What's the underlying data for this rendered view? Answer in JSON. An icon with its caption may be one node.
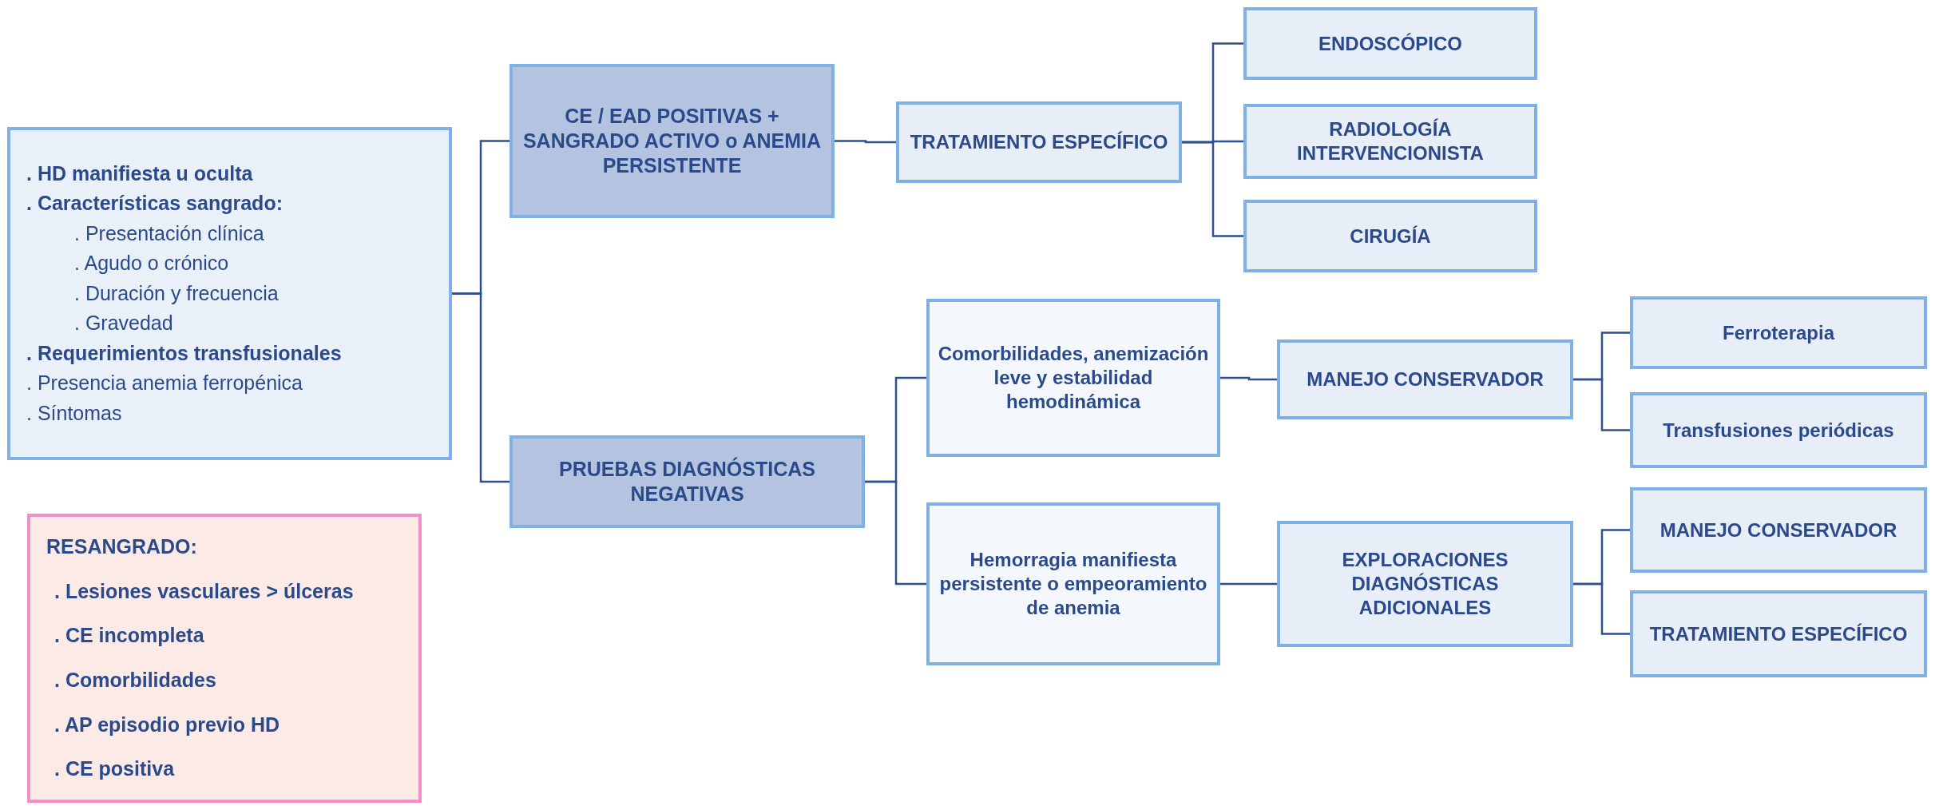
{
  "diagram": {
    "nodes": [
      {
        "text": [
          "**. HD manifiesta u oculta**",
          "**. Características sangrado:**",
          ". Presentación clínica",
          ". Agudo o crónico",
          ". Duración y frecuencia",
          ". Gravedad",
          "**. Requerimientos transfusionales**",
          ". Presencia anemia ferropénica",
          ". Síntomas"
        ]
      },
      {
        "text": [
          "CE / EAD POSITIVAS + SANGRADO ACTIVO o ANEMIA PERSISTENTE"
        ]
      },
      {
        "text": [
          "TRATAMIENTO ESPECÍFICO"
        ]
      },
      {
        "text": [
          "ENDOSCÓPICO"
        ]
      },
      {
        "text": [
          "RADIOLOGÍA INTERVENCIONISTA"
        ]
      },
      {
        "text": [
          "CIRUGÍA"
        ]
      },
      {
        "text": [
          "PRUEBAS DIAGNÓSTICAS NEGATIVAS"
        ]
      },
      {
        "text": [
          "Comorbilidades, anemización leve y estabilidad hemodinámica"
        ]
      },
      {
        "text": [
          "MANEJO CONSERVADOR"
        ]
      },
      {
        "text": [
          "Ferroterapia"
        ]
      },
      {
        "text": [
          "Transfusiones periódicas"
        ]
      },
      {
        "text": [
          "Hemorragia manifiesta persistente o empeoramiento de anemia"
        ]
      },
      {
        "text": [
          "EXPLORACIONES DIAGNÓSTICAS ADICIONALES"
        ]
      },
      {
        "text": [
          "MANEJO CONSERVADOR"
        ]
      },
      {
        "text": [
          "TRATAMIENTO ESPECÍFICO"
        ]
      },
      {
        "text": [
          "RESANGRADO:",
          ". Lesiones vasculares > úlceras",
          ". CE incompleta",
          ". Comorbilidades",
          ". AP episodio previo HD",
          ". CE positiva"
        ]
      }
    ],
    "edges": [
      {
        "from": 0,
        "to": 1,
        "arrow": "none"
      },
      {
        "from": 0,
        "to": 6,
        "arrow": "none"
      },
      {
        "from": 1,
        "to": 2,
        "arrow": "none"
      },
      {
        "from": 2,
        "to": 3,
        "arrow": "none"
      },
      {
        "from": 2,
        "to": 4,
        "arrow": "none"
      },
      {
        "from": 2,
        "to": 5,
        "arrow": "none"
      },
      {
        "from": 6,
        "to": 7,
        "arrow": "none"
      },
      {
        "from": 6,
        "to": 11,
        "arrow": "none"
      },
      {
        "from": 7,
        "to": 8,
        "arrow": "none"
      },
      {
        "from": 8,
        "to": 9,
        "arrow": "none"
      },
      {
        "from": 8,
        "to": 10,
        "arrow": "none"
      },
      {
        "from": 11,
        "to": 12,
        "arrow": "none"
      },
      {
        "from": 12,
        "to": 13,
        "arrow": "none"
      },
      {
        "from": 12,
        "to": 14,
        "arrow": "none"
      }
    ]
  }
}
